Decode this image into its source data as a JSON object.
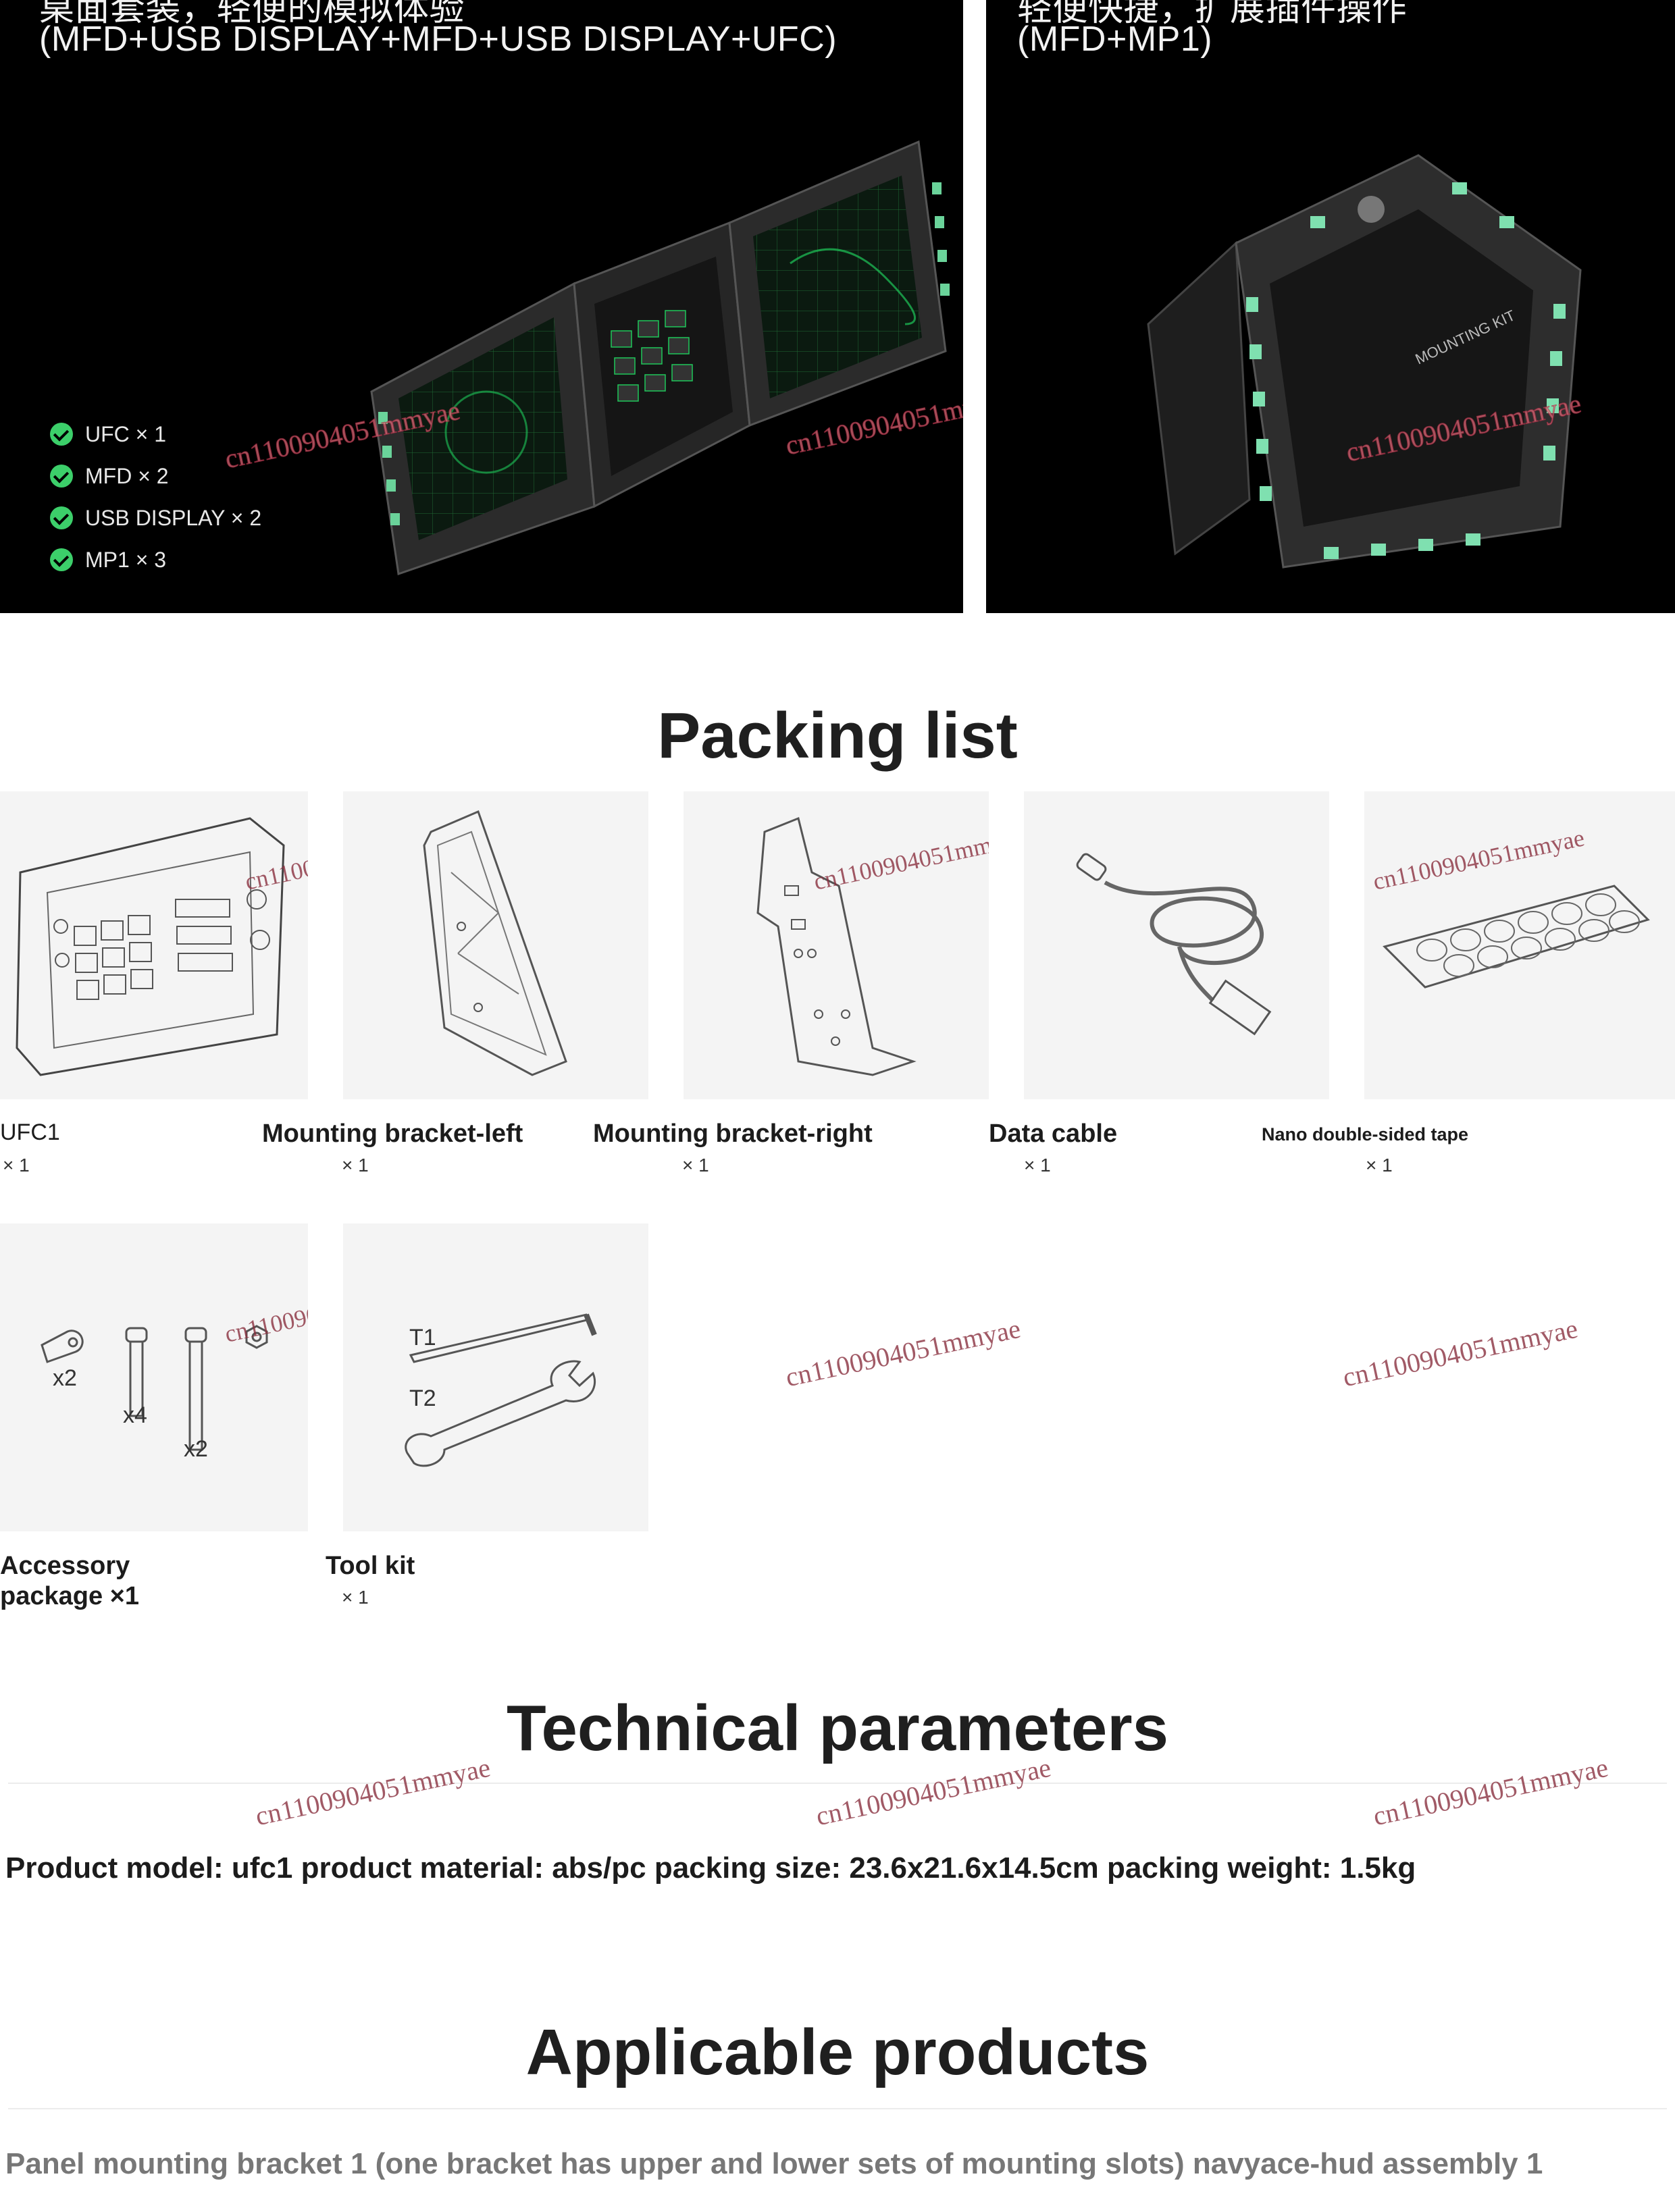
{
  "hero": {
    "left_title_line1": "桌面套装，轻便的模拟体验",
    "left_title_line2": "(MFD+USB DISPLAY+MFD+USB DISPLAY+UFC)",
    "right_title_line1": "轻便快捷，扩展插件操作",
    "right_title_line2": "(MFD+MP1)",
    "checklist": [
      "UFC × 1",
      "MFD × 2",
      "USB DISPLAY × 2",
      "MP1 × 3"
    ],
    "device_label": "MOUNTING KIT"
  },
  "packing": {
    "title": "Packing list",
    "items": [
      {
        "name": "UFC1",
        "qty": "× 1"
      },
      {
        "name": "Mounting bracket-left",
        "qty": "× 1"
      },
      {
        "name": "Mounting bracket-right",
        "qty": "× 1"
      },
      {
        "name": "Data cable",
        "qty": "× 1"
      },
      {
        "name": "Nano double-sided tape",
        "qty": "× 1"
      },
      {
        "name_line1": "Accessory",
        "name_line2": "package ×1"
      },
      {
        "name": "Tool kit",
        "qty": "× 1"
      }
    ],
    "accessory_counts": [
      "x2",
      "x4",
      "x2"
    ],
    "tool_labels": [
      "T1",
      "T2"
    ]
  },
  "technical": {
    "title": "Technical parameters",
    "text": "Product model: ufc1 product material: abs/pc packing size: 23.6x21.6x14.5cm packing weight: 1.5kg"
  },
  "applicable": {
    "title": "Applicable products",
    "text": "Panel mounting bracket 1 (one bracket has upper and lower sets of mounting slots) navyace-hud assembly 1"
  },
  "watermark": "cn1100904051mmyae",
  "colors": {
    "hero_bg": "#000000",
    "check_green": "#3ccf6a",
    "tile_bg": "#f4f4f4",
    "screen_green": "#1ec85a"
  }
}
